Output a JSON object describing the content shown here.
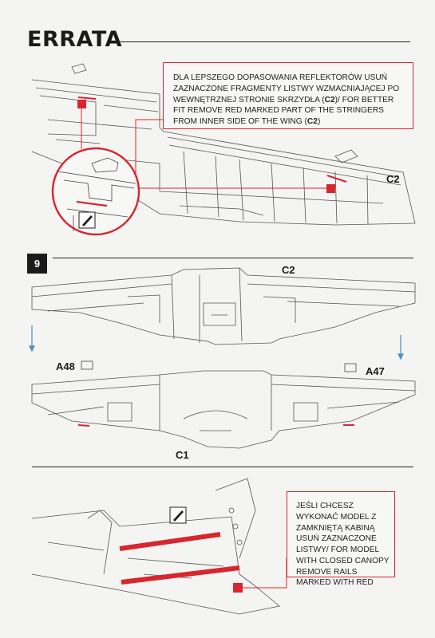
{
  "header": {
    "title": "ERRATA"
  },
  "errata_top": {
    "callout_pl": "DLA LEPSZEGO DOPASOWANIA REFLEKTORÓW USUŃ ZAZNACZONE FRAGMENTY LISTWY WZMACNIAJĄCEJ PO WEWNĘTRZNEJ STRONIE SKRZYDŁA (",
    "ref": "C2",
    "callout_mid": ")/ FOR BETTER FIT REMOVE RED MARKED PART OF THE STRINGERS FROM INNER SIDE OF THE WING (",
    "ref2": "C2",
    "callout_end": ")",
    "part_label": "C2"
  },
  "step9": {
    "number": "9",
    "label_c2": "C2",
    "label_a48": "A48",
    "label_a47": "A47",
    "label_c1": "C1"
  },
  "errata_bottom": {
    "callout": "JEŚLI CHCESZ WYKONAĆ MODEL Z ZAMKNIĘTĄ KABINĄ USUŃ ZAZNACZONE LISTWY/ FOR MODEL WITH CLOSED CANOPY REMOVE RAILS MARKED WITH RED"
  },
  "colors": {
    "accent": "#d7262e",
    "ink": "#222222",
    "arrow": "#4a90c8"
  },
  "icons": [
    "knife-icon",
    "arrow-down-icon"
  ]
}
